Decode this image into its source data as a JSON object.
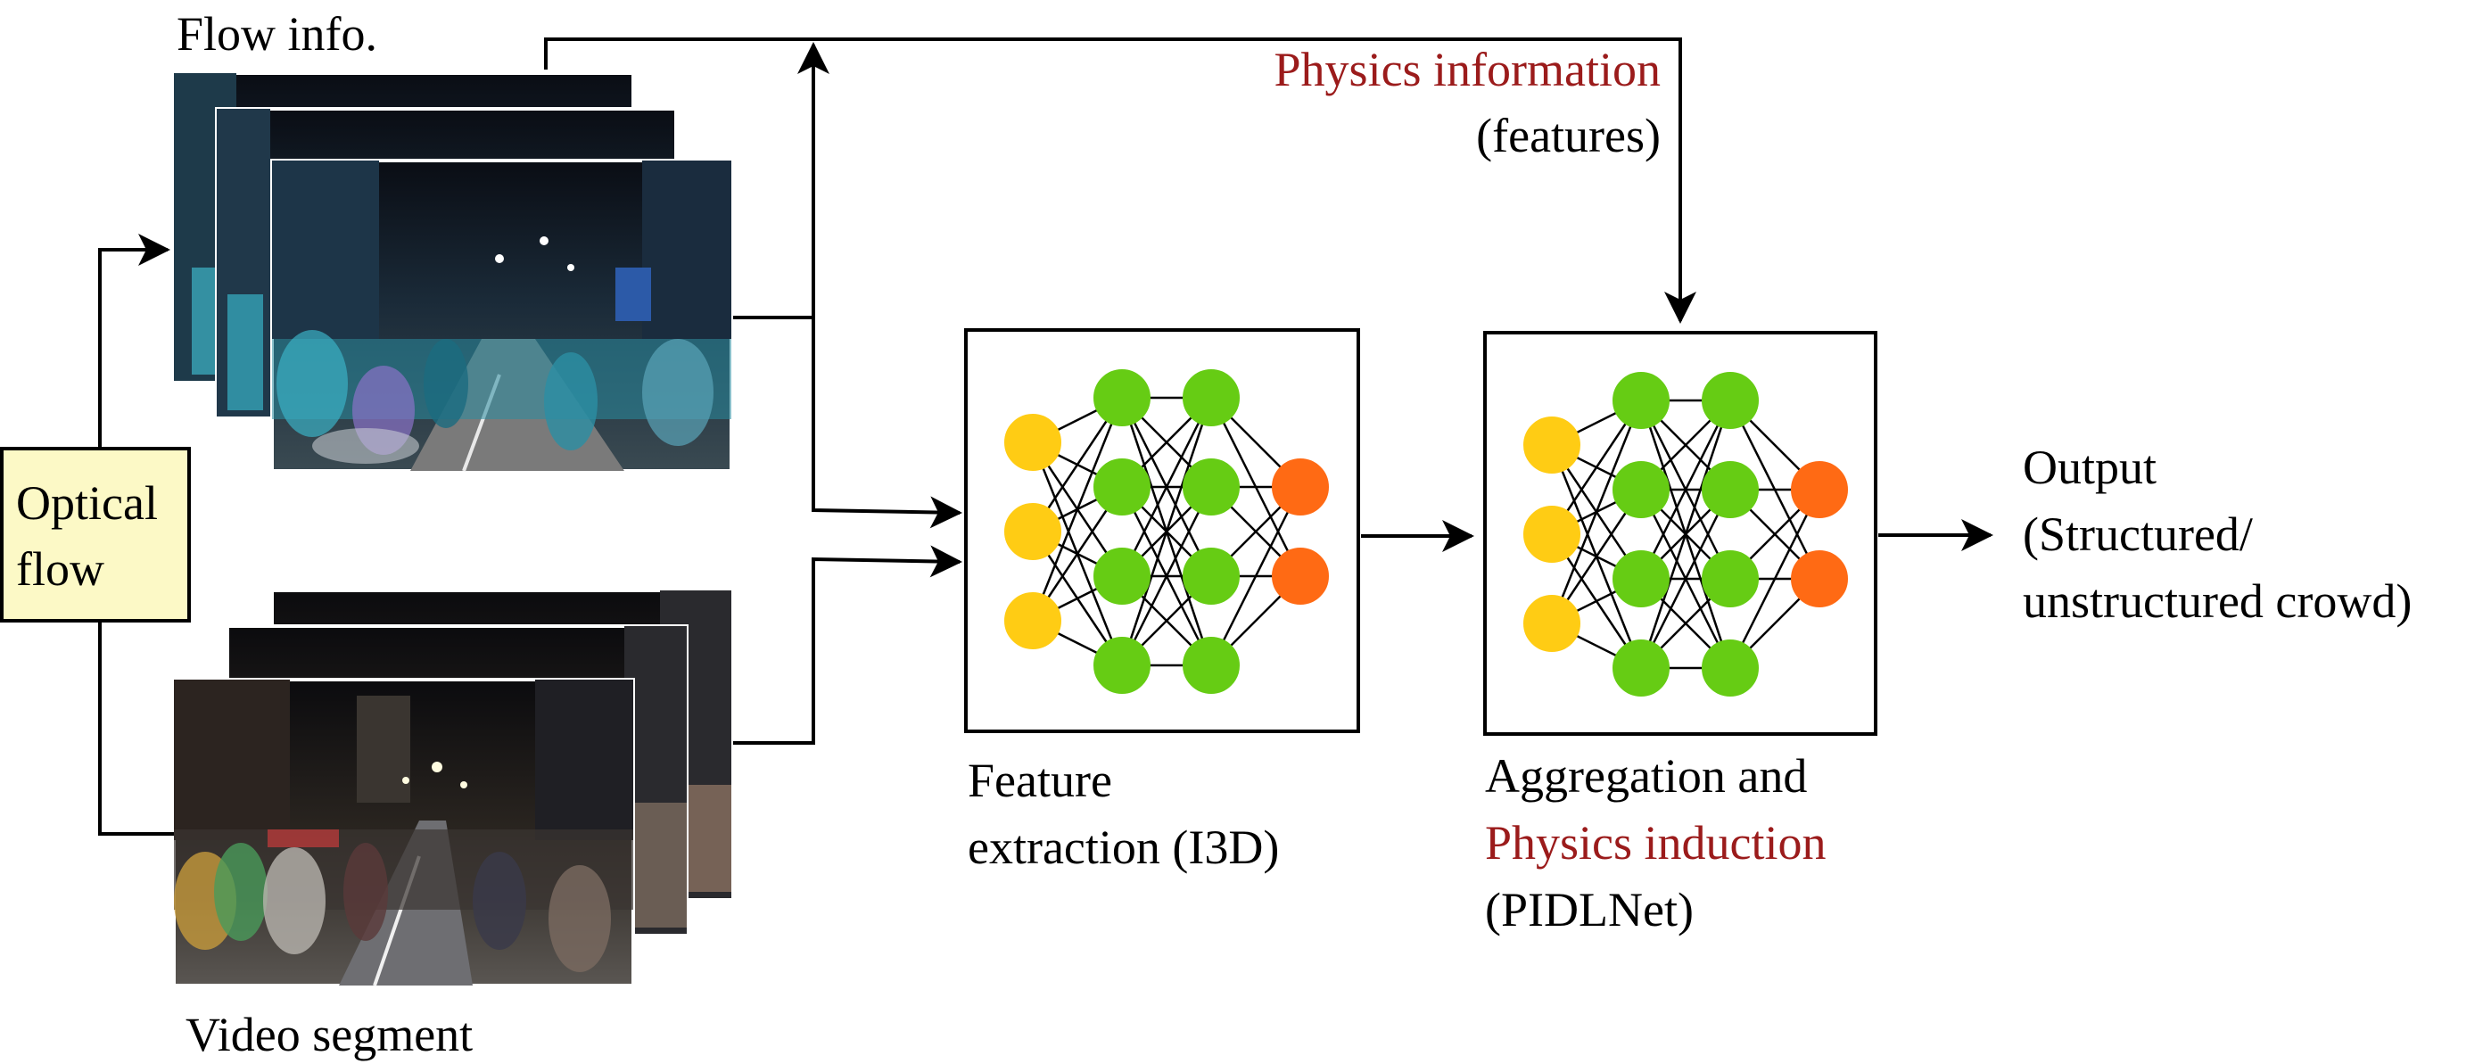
{
  "labels": {
    "flow_info": "Flow info.",
    "video_segment": "Video segment",
    "optical_flow_line1": "Optical",
    "optical_flow_line2": "flow",
    "physics_info_line1": "Physics information",
    "physics_info_line2": "(features)",
    "feature_extraction_line1": "Feature",
    "feature_extraction_line2": "extraction (I3D)",
    "aggregation_line1": "Aggregation and",
    "aggregation_line2": "Physics induction",
    "aggregation_line3": "(PIDLNet)",
    "output_line1": "Output",
    "output_line2": "(Structured/",
    "output_line3": "unstructured crowd)"
  },
  "colors": {
    "highlight_text": "#9b1b1b",
    "optical_box_fill": "#fcf9c6",
    "input_node": "#ffcc14",
    "hidden_node": "#66cc14",
    "output_node": "#ff6a14",
    "stroke": "#000000"
  },
  "networks": [
    {
      "id": "i3d",
      "layers": [
        3,
        4,
        4,
        2
      ]
    },
    {
      "id": "pidlnet",
      "layers": [
        3,
        4,
        4,
        2
      ]
    }
  ]
}
